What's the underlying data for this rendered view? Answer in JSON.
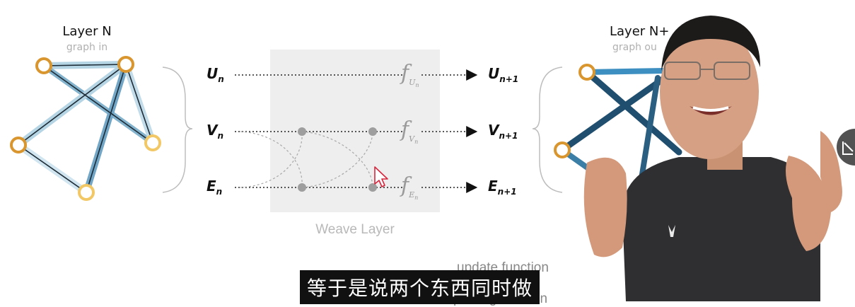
{
  "left_layer": {
    "title": "Layer N",
    "subtitle": "graph in"
  },
  "right_layer": {
    "title": "Layer N+",
    "subtitle": "graph ou"
  },
  "inputs": [
    {
      "letter": "U",
      "sub": "n"
    },
    {
      "letter": "V",
      "sub": "n"
    },
    {
      "letter": "E",
      "sub": "n"
    }
  ],
  "outputs": [
    {
      "letter": "U",
      "sub": "n+1"
    },
    {
      "letter": "V",
      "sub": "n+1"
    },
    {
      "letter": "E",
      "sub": "n+1"
    }
  ],
  "functions": [
    {
      "symbol": "f",
      "sub": "U",
      "subsub": "n"
    },
    {
      "symbol": "f",
      "sub": "V",
      "subsub": "n"
    },
    {
      "symbol": "f",
      "sub": "E",
      "subsub": "n"
    }
  ],
  "weave_label": "Weave Layer",
  "behind_labels": {
    "update": "update function",
    "pooling": "pooling function"
  },
  "subtitle_text": "等于是说两个东西同时做",
  "colors": {
    "node_orange": "#d9952e",
    "node_light": "#f2c766",
    "edge_dark": "#1f4e6e",
    "edge_mid": "#3c7fa6",
    "edge_light": "#a9cde0",
    "weave_bg": "#eeeeee",
    "dot_gray": "#9e9e9e"
  },
  "icons": [
    "cursor-arrow-icon",
    "collapse-arrow-icon"
  ]
}
